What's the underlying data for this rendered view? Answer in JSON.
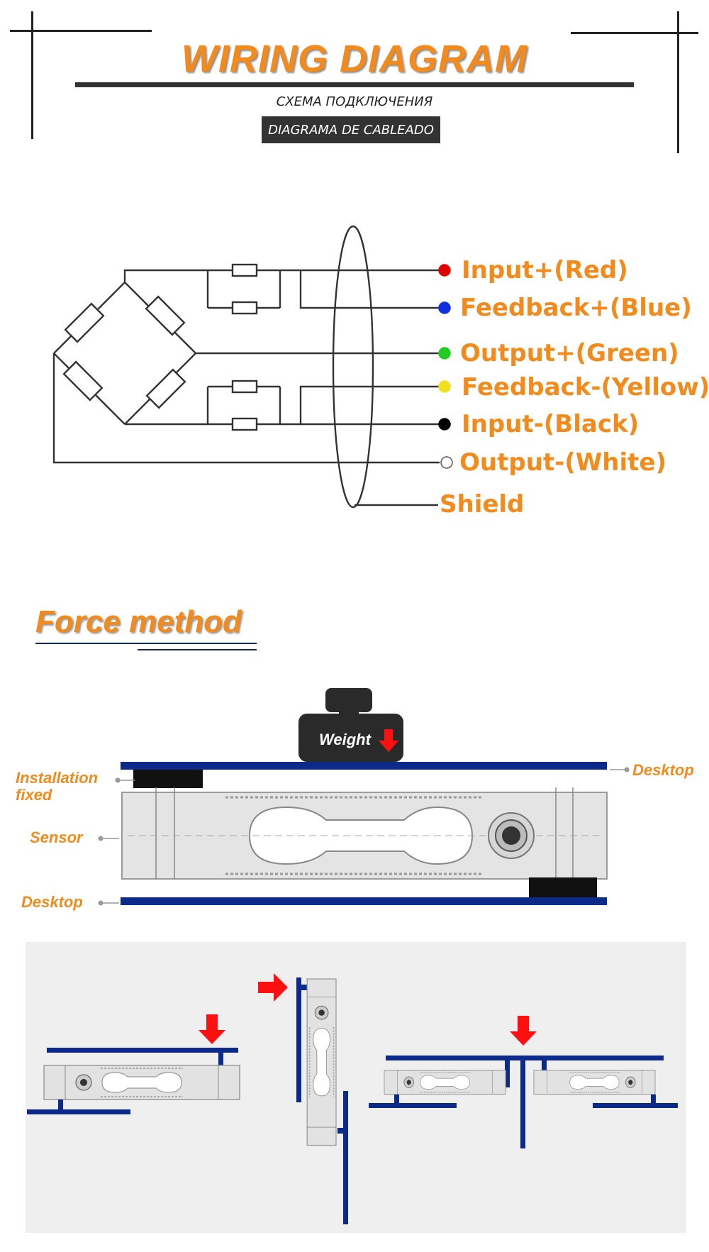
{
  "header": {
    "title": "WIRING DIAGRAM",
    "subtitle_ru": "СХЕМА ПОДКЛЮЧЕНИЯ",
    "subtitle_es": "DIAGRAMA DE CABLEADO"
  },
  "wiring": {
    "wires": [
      {
        "label": "Input+(Red)",
        "dot_color": "#e00000"
      },
      {
        "label": "Feedback+(Blue)",
        "dot_color": "#1030e0"
      },
      {
        "label": "Output+(Green)",
        "dot_color": "#22cc22"
      },
      {
        "label": "Feedback-(Yellow)",
        "dot_color": "#f0e020"
      },
      {
        "label": "Input-(Black)",
        "dot_color": "#000000"
      },
      {
        "label": "Output-(White)",
        "dot_color": "#ffffff"
      }
    ],
    "shield_label": "Shield"
  },
  "force": {
    "title": "Force method",
    "weight_label": "Weight",
    "label_desktop_top": "Desktop",
    "label_installation": "Installation",
    "label_fixed": "fixed",
    "label_sensor": "Sensor",
    "label_desktop_bottom": "Desktop"
  },
  "colors": {
    "accent_orange": "#f28a1c",
    "plate_blue": "#0c2a8a",
    "arrow_red": "#ff1010",
    "dark": "#2a2a2a"
  }
}
